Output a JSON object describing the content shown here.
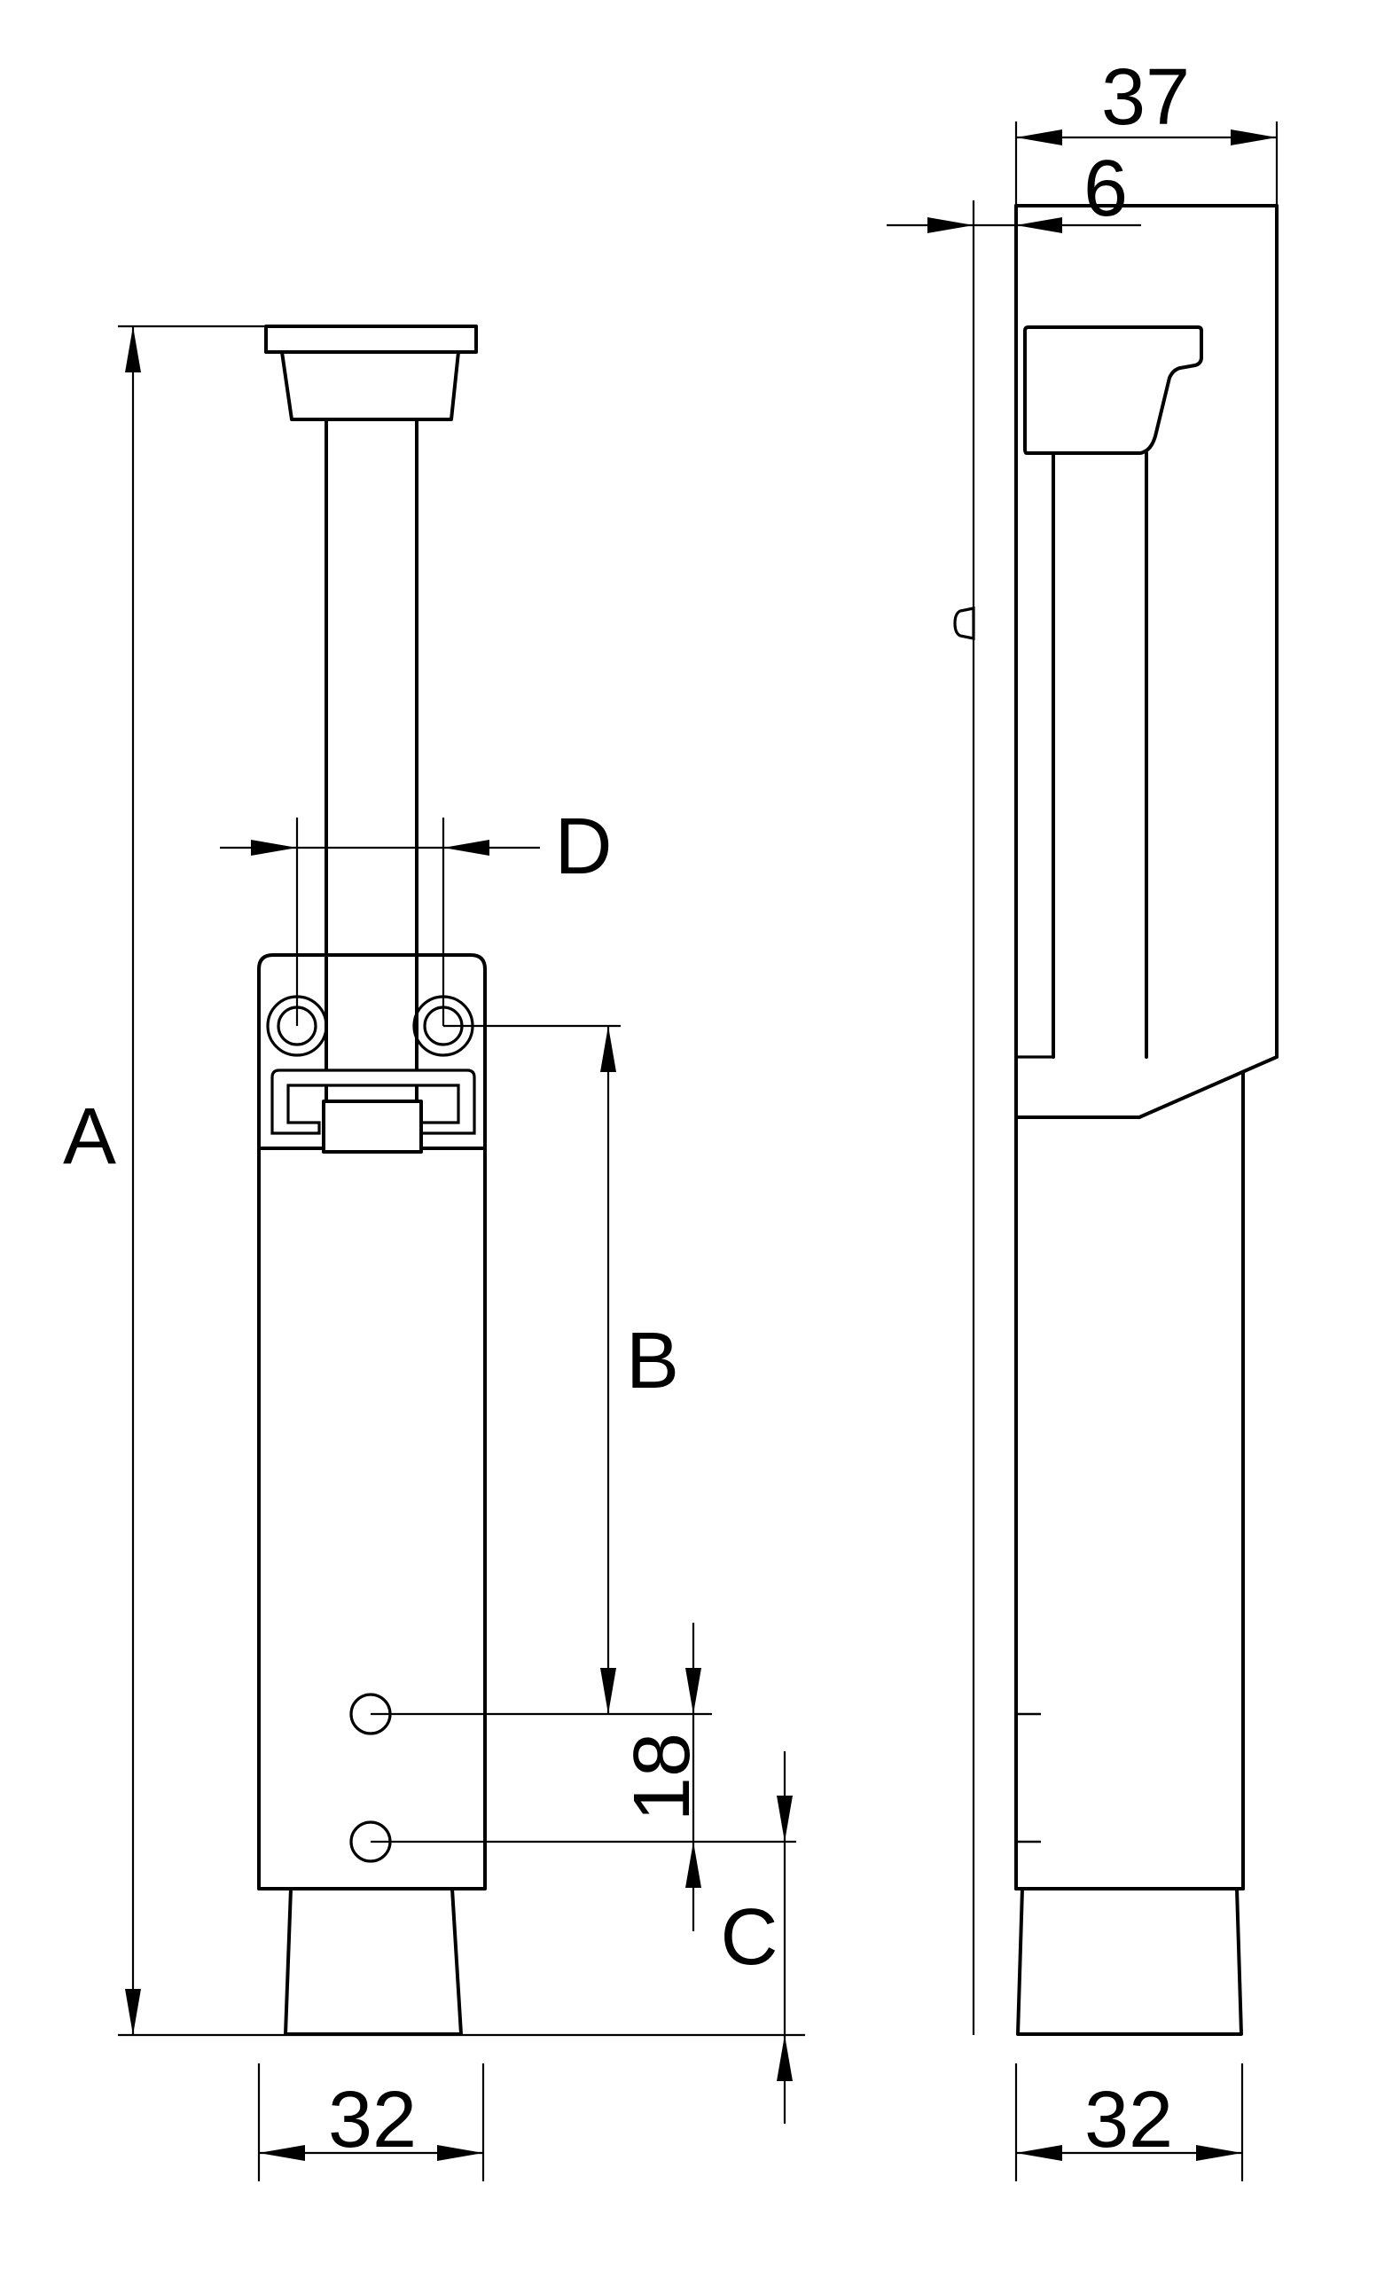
{
  "page": {
    "background_color": "#ffffff",
    "stroke_color": "#000000"
  },
  "drawing": {
    "type": "technical-drawing-two-views",
    "views": [
      {
        "id": "front",
        "name": "front-view-of-door-bolt"
      },
      {
        "id": "side",
        "name": "side-view-of-door-bolt"
      }
    ],
    "labels": {
      "overall_height": "A",
      "hole_to_hole_vertical": "B",
      "lower_hole_to_bottom": "C",
      "top_hole_spacing": "D",
      "lower_hole_spacing": "18",
      "front_width": "32",
      "side_projection": "37",
      "plate_offset": "6",
      "side_width": "32"
    }
  }
}
